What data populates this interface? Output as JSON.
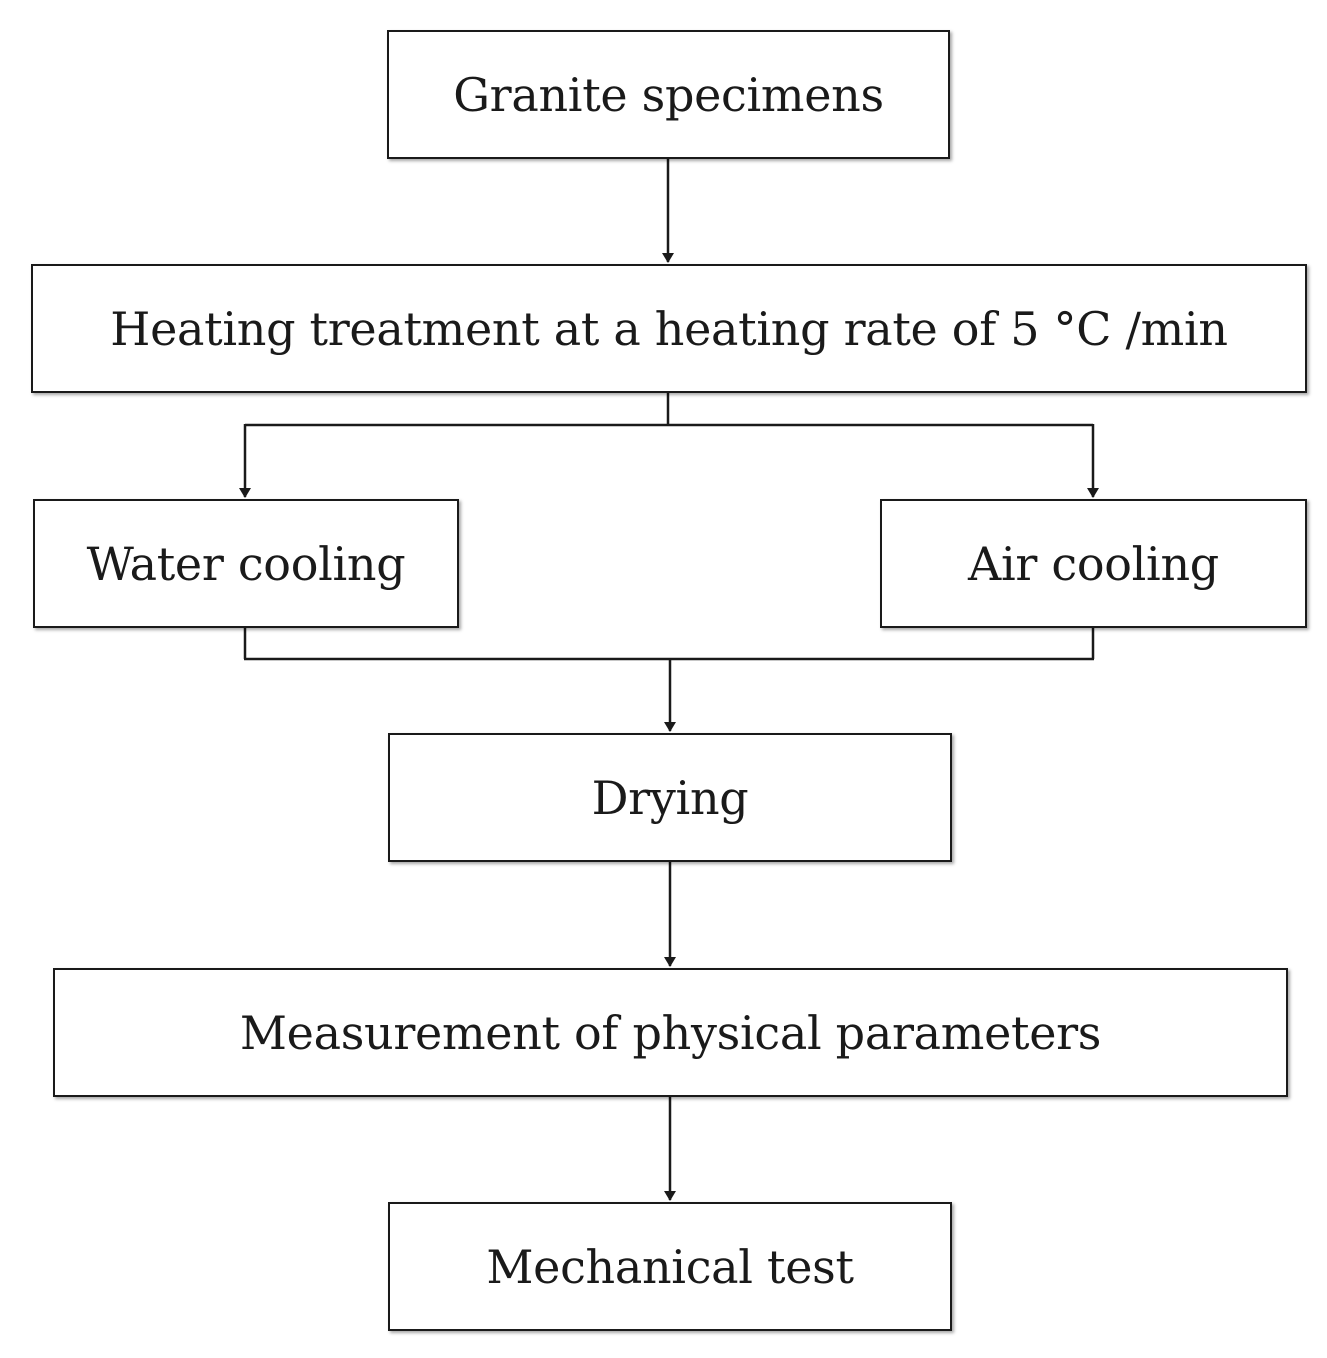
{
  "flowchart": {
    "nodes": {
      "granite_specimens": "Granite specimens",
      "heating_treatment": "Heating treatment at a heating rate of 5 °C /min",
      "water_cooling": "Water cooling",
      "air_cooling": "Air cooling",
      "drying": "Drying",
      "measurement": "Measurement of physical parameters",
      "mechanical_test": "Mechanical test"
    },
    "edges": [
      [
        "granite_specimens",
        "heating_treatment"
      ],
      [
        "heating_treatment",
        "water_cooling"
      ],
      [
        "heating_treatment",
        "air_cooling"
      ],
      [
        "water_cooling",
        "drying"
      ],
      [
        "air_cooling",
        "drying"
      ],
      [
        "drying",
        "measurement"
      ],
      [
        "measurement",
        "mechanical_test"
      ]
    ]
  }
}
